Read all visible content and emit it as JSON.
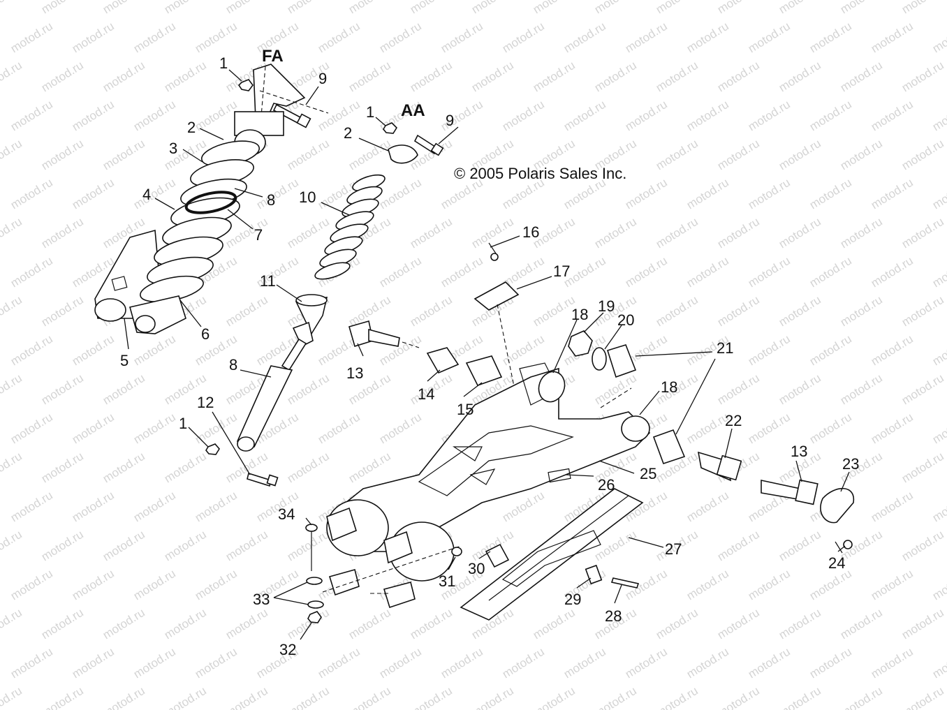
{
  "watermark": "motod.ru",
  "copyright": "© 2005 Polaris Sales Inc.",
  "views": {
    "fa": "FA",
    "aa": "AA"
  },
  "callouts": [
    {
      "id": "c1a",
      "text": "1"
    },
    {
      "id": "c9a",
      "text": "9"
    },
    {
      "id": "c2a",
      "text": "2"
    },
    {
      "id": "c3",
      "text": "3"
    },
    {
      "id": "c8a",
      "text": "8"
    },
    {
      "id": "c7",
      "text": "7"
    },
    {
      "id": "c4",
      "text": "4"
    },
    {
      "id": "c6",
      "text": "6"
    },
    {
      "id": "c5",
      "text": "5"
    },
    {
      "id": "c1b",
      "text": "1"
    },
    {
      "id": "c2b",
      "text": "2"
    },
    {
      "id": "c9b",
      "text": "9"
    },
    {
      "id": "c10",
      "text": "10"
    },
    {
      "id": "c11",
      "text": "11"
    },
    {
      "id": "c8b",
      "text": "8"
    },
    {
      "id": "c12",
      "text": "12"
    },
    {
      "id": "c1c",
      "text": "1"
    },
    {
      "id": "c16",
      "text": "16"
    },
    {
      "id": "c17",
      "text": "17"
    },
    {
      "id": "c18a",
      "text": "18"
    },
    {
      "id": "c19",
      "text": "19"
    },
    {
      "id": "c20",
      "text": "20"
    },
    {
      "id": "c21",
      "text": "21"
    },
    {
      "id": "c18b",
      "text": "18"
    },
    {
      "id": "c13a",
      "text": "13"
    },
    {
      "id": "c14",
      "text": "14"
    },
    {
      "id": "c15",
      "text": "15"
    },
    {
      "id": "c22",
      "text": "22"
    },
    {
      "id": "c13b",
      "text": "13"
    },
    {
      "id": "c23",
      "text": "23"
    },
    {
      "id": "c25",
      "text": "25"
    },
    {
      "id": "c26",
      "text": "26"
    },
    {
      "id": "c27",
      "text": "27"
    },
    {
      "id": "c24",
      "text": "24"
    },
    {
      "id": "c34",
      "text": "34"
    },
    {
      "id": "c33",
      "text": "33"
    },
    {
      "id": "c32",
      "text": "32"
    },
    {
      "id": "c31",
      "text": "31"
    },
    {
      "id": "c30",
      "text": "30"
    },
    {
      "id": "c29",
      "text": "29"
    },
    {
      "id": "c28",
      "text": "28"
    }
  ]
}
